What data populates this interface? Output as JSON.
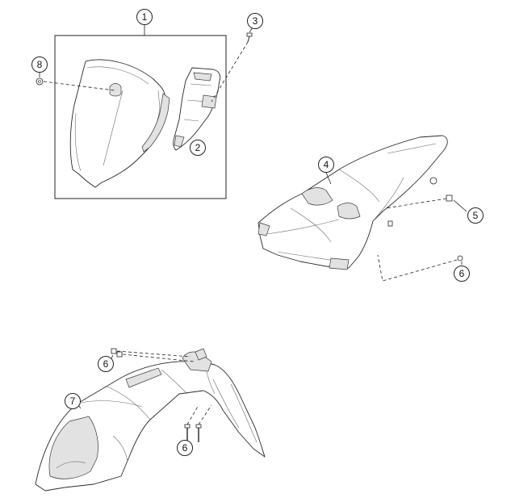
{
  "callouts": {
    "c1": "1",
    "c2": "2",
    "c3": "3",
    "c4": "4",
    "c5": "5",
    "c6a": "6",
    "c6b": "6",
    "c6c": "6",
    "c7": "7",
    "c8": "8"
  }
}
